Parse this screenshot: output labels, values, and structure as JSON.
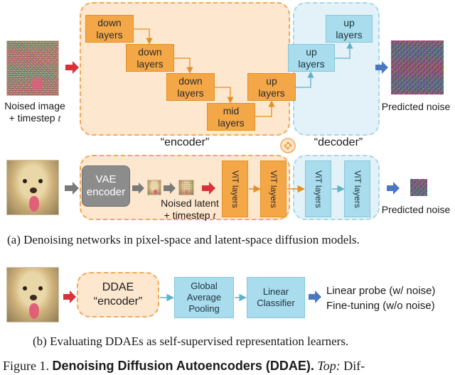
{
  "panel_a": {
    "input_label_line1": "Noised image",
    "input_label_line2": "+ timestep",
    "t_symbol": "t",
    "down_layers_1": [
      "down",
      "layers"
    ],
    "down_layers_2": [
      "down",
      "layers"
    ],
    "down_layers_3": [
      "down",
      "layers"
    ],
    "mid_layers": [
      "mid",
      "layers"
    ],
    "up_layers_1": [
      "up",
      "layers"
    ],
    "up_layers_2": [
      "up",
      "layers"
    ],
    "up_layers_3": [
      "up",
      "layers"
    ],
    "output_label": "Predicted noise",
    "encoder_label": "“encoder”",
    "decoder_label": "“decoder”",
    "vae_encoder": [
      "VAE",
      "encoder"
    ],
    "latent_label_line1": "Noised latent",
    "latent_label_line2": "+ timestep",
    "vit_layers": "ViT layers",
    "output_label_2": "Predicted noise",
    "caption": "(a)  Denoising networks in pixel-space and latent-space diffusion models."
  },
  "panel_b": {
    "ddae": [
      "DDAE",
      "“encoder”"
    ],
    "gap": [
      "Global",
      "Average",
      "Pooling"
    ],
    "linear": [
      "Linear",
      "Classifier"
    ],
    "out_line1": "Linear probe (w/ noise)",
    "out_line2": "Fine-tuning (w/o noise)",
    "caption": "(b)  Evaluating DDAEs as self-supervised representation learners."
  },
  "figure_caption": {
    "prefix": "Figure 1. ",
    "bold": "Denoising Diffusion Autoencoders (DDAE).",
    "italic": " Top:",
    "rest": " Dif-"
  },
  "colors": {
    "encoder_region": "#fde7cf",
    "decoder_region": "#e3f2f8",
    "orange_block": "#f4a747",
    "cyan_block": "#a9dcec",
    "red_arrow": "#d9303a",
    "gray_arrow": "#7a7a7a",
    "blue_arrow": "#4a78c0"
  }
}
